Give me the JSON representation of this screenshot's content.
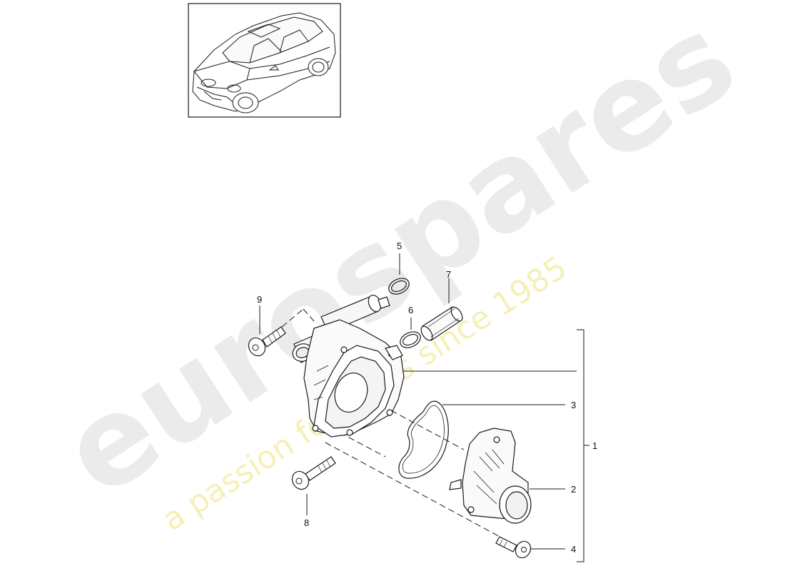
{
  "watermark": {
    "brand": "eurospares",
    "tagline": "a passion for parts since 1985"
  },
  "callouts": [
    {
      "id": "1",
      "label": "1"
    },
    {
      "id": "2",
      "label": "2"
    },
    {
      "id": "3",
      "label": "3"
    },
    {
      "id": "4",
      "label": "4"
    },
    {
      "id": "5",
      "label": "5"
    },
    {
      "id": "6",
      "label": "6"
    },
    {
      "id": "7",
      "label": "7"
    },
    {
      "id": "8",
      "label": "8"
    },
    {
      "id": "9",
      "label": "9"
    }
  ],
  "colors": {
    "line": "#1a1a1a",
    "watermark_grey": "#e9e9e9",
    "watermark_yellow": "#f5efb5",
    "part_shade": "#f2f2f2"
  }
}
